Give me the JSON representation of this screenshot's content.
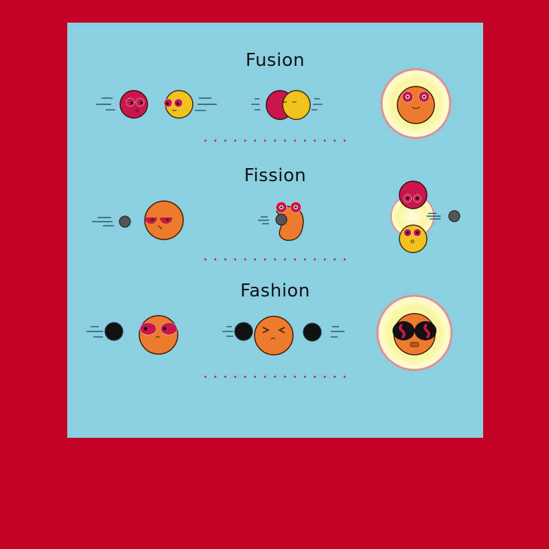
{
  "colors": {
    "background": "#c40027",
    "panel": "#8ccfe0",
    "red_particle": "#c8174a",
    "yellow_particle": "#f3c11c",
    "orange_particle": "#ee7a2e",
    "neutron": "#555555",
    "black_ball": "#111111",
    "glow": "#fafab0",
    "glow_ring": "#e09090",
    "divider": "#b0245a"
  },
  "sections": [
    {
      "title": "Fusion",
      "scenes": [
        "red-and-yellow-particles-approaching",
        "particles-kissing",
        "fused-glowing-orange-particle"
      ]
    },
    {
      "title": "Fission",
      "scenes": [
        "neutron-approaching-orange-nucleus",
        "neutron-hits-nucleus",
        "nucleus-splits-into-red-and-yellow-with-neutron"
      ]
    },
    {
      "title": "Fashion",
      "scenes": [
        "black-ball-approaching-orange-particle",
        "black-balls-hit-particle",
        "particle-wearing-sunglasses-glowing"
      ]
    }
  ],
  "icons": {
    "motion_lines": "speed-lines",
    "divider": "dotted-line"
  }
}
